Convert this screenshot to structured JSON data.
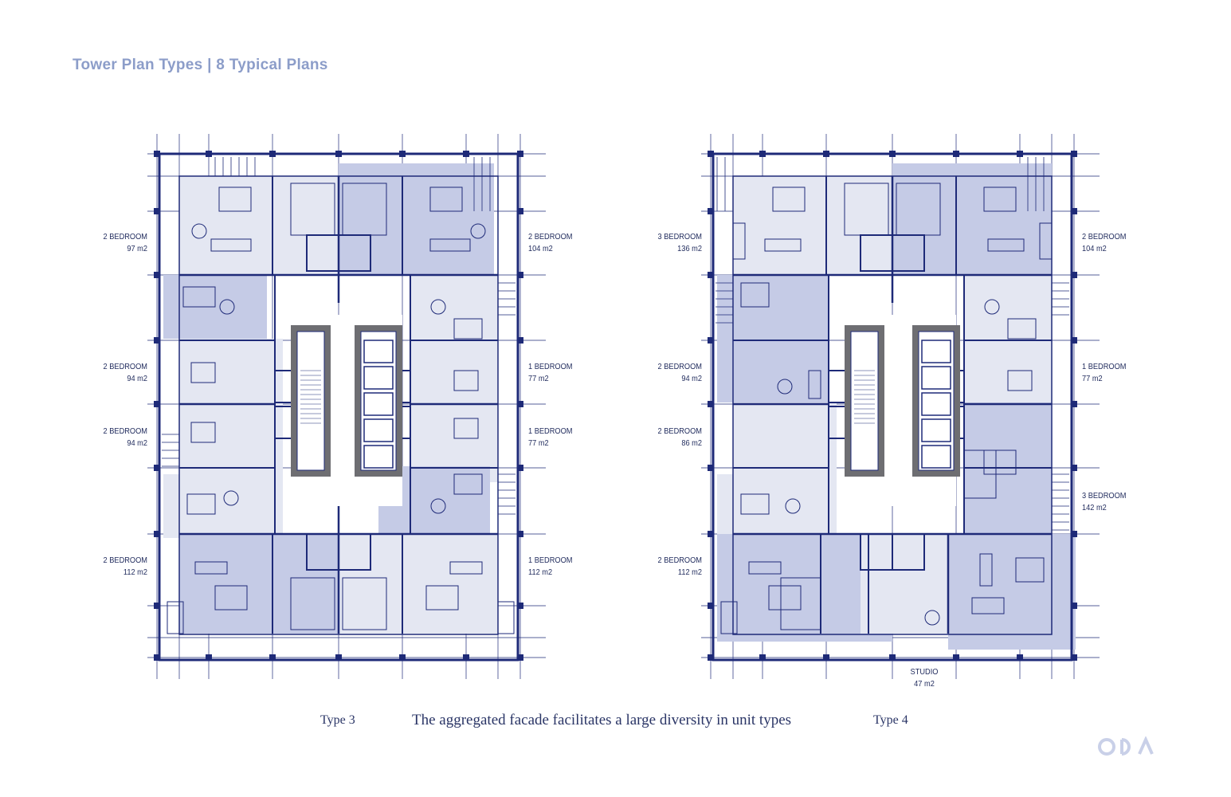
{
  "header": {
    "title": "Tower Plan Types | 8 Typical Plans"
  },
  "colors": {
    "title": "#8c9dc9",
    "line": "#1e2a78",
    "core": "#6e6e72",
    "fill_light": "#e4e7f2",
    "fill_dark": "#c5cbe6",
    "logo": "#c9d0e8"
  },
  "plans": {
    "type3": {
      "caption": "Type 3",
      "units": [
        {
          "name": "2 BEDROOM",
          "area": "97 m2"
        },
        {
          "name": "2 BEDROOM",
          "area": "104 m2"
        },
        {
          "name": "2 BEDROOM",
          "area": "94 m2"
        },
        {
          "name": "1 BEDROOM",
          "area": "77 m2"
        },
        {
          "name": "2 BEDROOM",
          "area": "94 m2"
        },
        {
          "name": "1 BEDROOM",
          "area": "77 m2"
        },
        {
          "name": "2 BEDROOM",
          "area": "112 m2"
        },
        {
          "name": "1 BEDROOM",
          "area": "112 m2"
        }
      ]
    },
    "type4": {
      "caption": "Type 4",
      "units": [
        {
          "name": "3 BEDROOM",
          "area": "136 m2"
        },
        {
          "name": "2 BEDROOM",
          "area": "104 m2"
        },
        {
          "name": "2 BEDROOM",
          "area": "94 m2"
        },
        {
          "name": "1 BEDROOM",
          "area": "77 m2"
        },
        {
          "name": "2 BEDROOM",
          "area": "86 m2"
        },
        {
          "name": "3 BEDROOM",
          "area": "142 m2"
        },
        {
          "name": "2 BEDROOM",
          "area": "112 m2"
        },
        {
          "name": "STUDIO",
          "area": "47 m2"
        }
      ]
    }
  },
  "caption": {
    "main": "The aggregated facade facilitates a large diversity in unit types"
  },
  "logo": {
    "icon": "oda-logo-icon"
  }
}
